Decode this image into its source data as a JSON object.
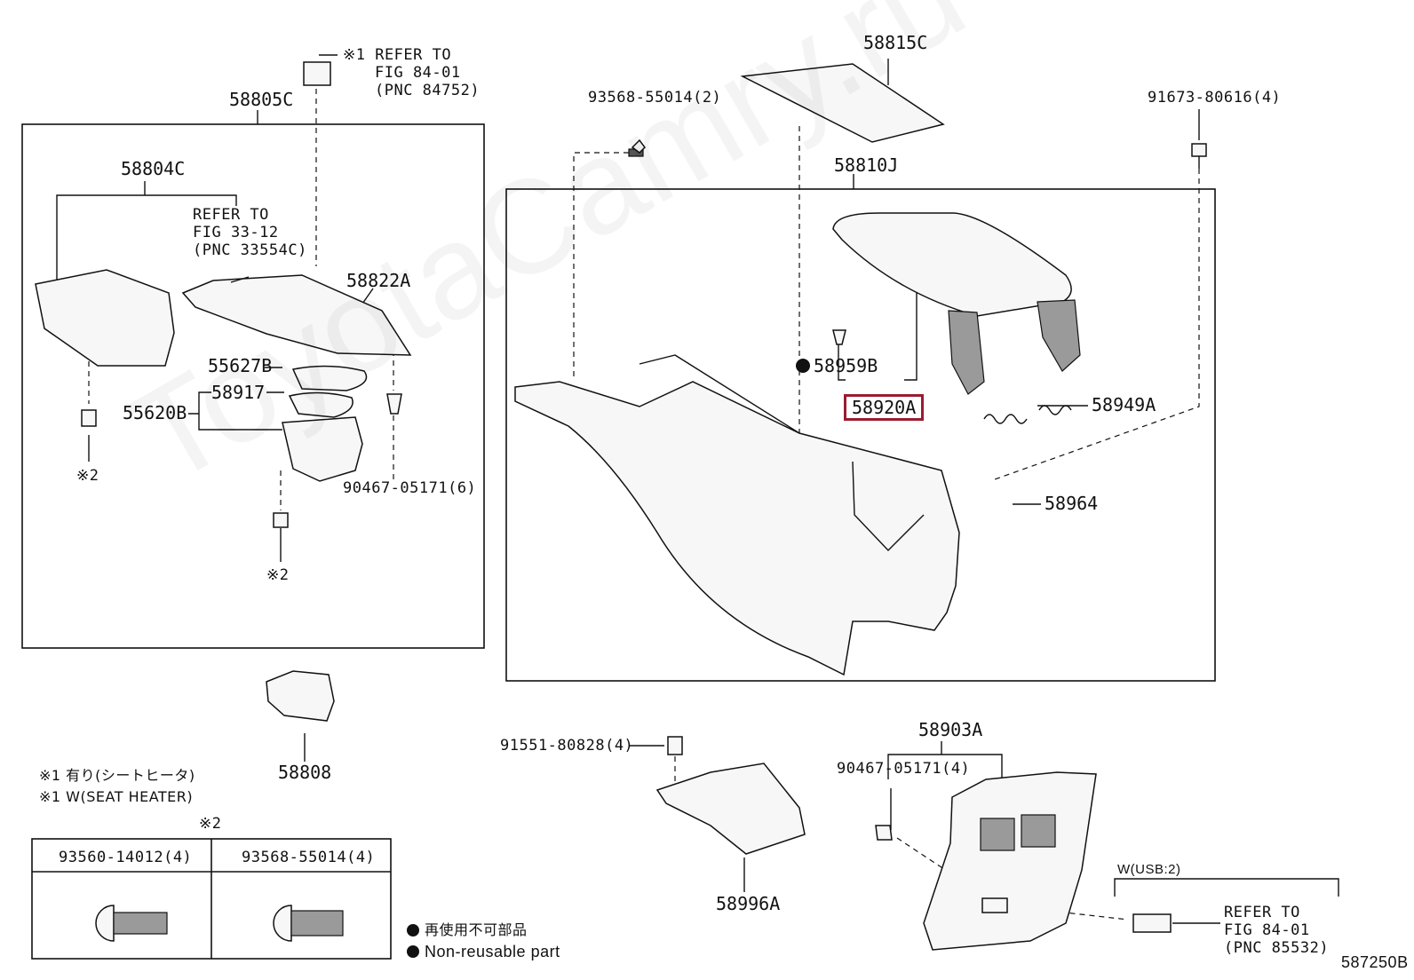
{
  "labels": {
    "p58815c": "58815C",
    "p58810j": "58810J",
    "p58805c": "58805C",
    "p58804c": "58804C",
    "p58822a": "58822A",
    "p55627b": "55627B",
    "p58917": "58917",
    "p55620b": "55620B",
    "p90467a": "90467-05171(6)",
    "p93568a": "93568-55014(2)",
    "p91673": "91673-80616(4)",
    "p58959b": "58959B",
    "p58920a": "58920A",
    "p58949a": "58949A",
    "p58964": "58964",
    "p58808": "58808",
    "p91551": "91551-80828(4)",
    "p58903a": "58903A",
    "p90467b": "90467-05171(4)",
    "p58996a": "58996A",
    "mark2a": "※2",
    "mark2b": "※2",
    "mark2c": "※2",
    "diagram_id": "587250B"
  },
  "refs": {
    "ref_top": [
      "※1 REFER TO",
      "FIG 84-01",
      "(PNC 84752)"
    ],
    "ref_mid": [
      "REFER TO",
      "FIG 33-12",
      "(PNC 33554C)"
    ],
    "ref_usb": [
      "REFER TO",
      "FIG 84-01",
      "(PNC 85532)"
    ],
    "usb_group": "W(USB:2)"
  },
  "notes": {
    "seat_heater_jp": "※1 有り(シートヒータ)",
    "seat_heater_en": "※1 W(SEAT HEATER)",
    "legend_jp": "再使用不可部品",
    "legend_en": "Non-reusable part"
  },
  "fastener_table": {
    "headers": [
      "93560-14012(4)",
      "93568-55014(4)"
    ]
  },
  "watermark": "ToyotaCamry.ru",
  "highlight_color": "#9b1b30"
}
